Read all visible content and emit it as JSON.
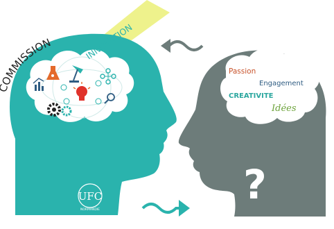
{
  "left_head": {
    "arc_label": "COMMISSION",
    "beam_label": "INNOVATION",
    "logo": {
      "letters": "UFC",
      "subtitle": "NORMANDIE"
    }
  },
  "right_head": {
    "cloud_words": {
      "passion": "Passion",
      "engagement": "Engagement",
      "creativite": "CREATIVITE",
      "idees": "Idées"
    },
    "question_mark": "?"
  },
  "colors": {
    "teal_head": "#2ab3ad",
    "grey_head": "#6d7c7a",
    "beam": "#eef28c",
    "passion": "#c8532b",
    "engagement": "#2f5c82",
    "creativite": "#2ba79f",
    "idees": "#6ca23a",
    "arrow": "#2ab3ad",
    "arrow_grey": "#6d7c7a"
  },
  "icons": [
    "flask-icon",
    "lamp-icon",
    "molecule-icon",
    "chart-icon",
    "lightbulb-icon",
    "gears-icon",
    "search-icon",
    "plus-icon"
  ]
}
